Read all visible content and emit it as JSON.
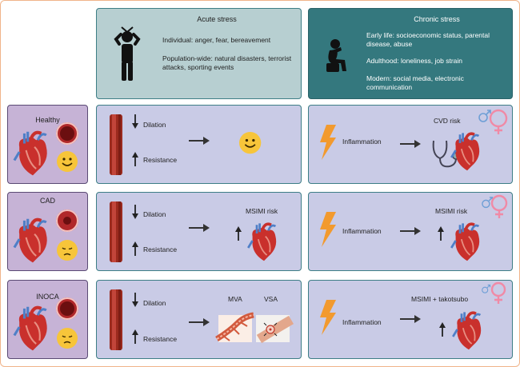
{
  "headers": {
    "acute": {
      "title": "Acute stress",
      "individual": "Individual: anger, fear, bereavement",
      "population": "Population-wide: natural disasters, terrorist attacks, sporting events"
    },
    "chronic": {
      "title": "Chronic stress",
      "early_life": "Early life: socioeconomic status, parental disease, abuse",
      "adulthood": "Adulthood: loneliness, job strain",
      "modern": "Modern: social media, electronic communication"
    }
  },
  "rows": [
    {
      "label": "Healthy",
      "acute_outcome": "",
      "chronic_outcome": "CVD risk"
    },
    {
      "label": "CAD",
      "acute_outcome": "MSIMI risk",
      "chronic_outcome": "MSIMI risk"
    },
    {
      "label": "INOCA",
      "acute_outcome_a": "MVA",
      "acute_outcome_b": "VSA",
      "chronic_outcome": "MSIMI + takotsubo"
    }
  ],
  "vessel": {
    "dilation": "Dilation",
    "resistance": "Resistance"
  },
  "chronic_mechanism": "Inflammation",
  "colors": {
    "acute_header": "#b7cfd1",
    "chronic_header": "#34787e",
    "cell": "#c9cbe6",
    "row_label": "#c6b3d6",
    "male_symbol": "#6f9fd6",
    "female_symbol": "#f08aa6",
    "lightning": "#f29a2e",
    "vessel": "#9b2a1e",
    "smiley": "#f7c53a"
  },
  "icons": [
    "stressed-person-icon",
    "sitting-person-icon",
    "heart-icon",
    "artery-crosssection-icon",
    "smiley-icon",
    "sad-face-icon",
    "vessel-icon",
    "arrow-down-icon",
    "arrow-up-icon",
    "arrow-right-icon",
    "lightning-icon",
    "stethoscope-icon",
    "male-symbol-icon",
    "female-symbol-icon",
    "microvessel-icon",
    "vasospasm-icon"
  ]
}
